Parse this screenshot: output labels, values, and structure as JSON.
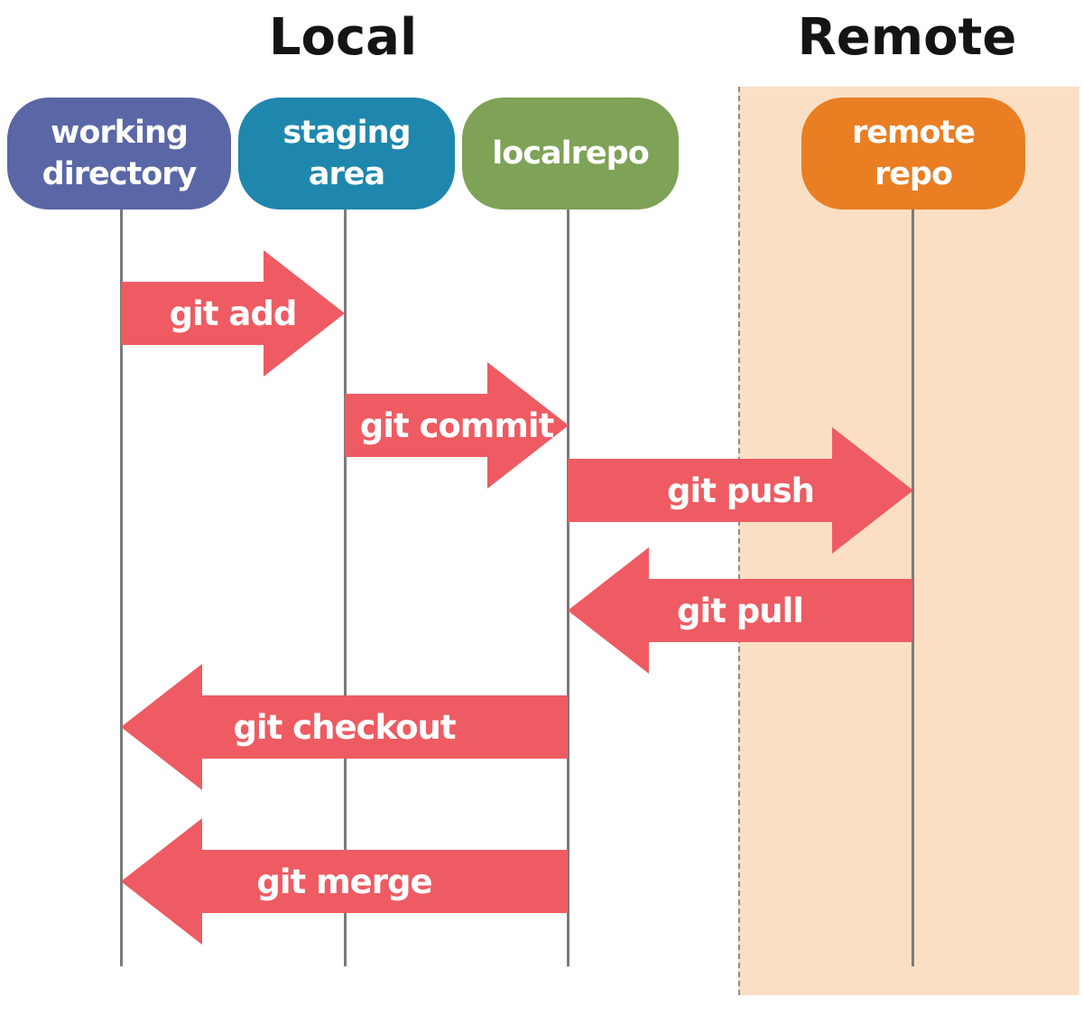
{
  "titles": {
    "local": "Local",
    "remote": "Remote"
  },
  "nodes": {
    "working_directory": {
      "line1": "working",
      "line2": "directory"
    },
    "staging_area": {
      "line1": "staging",
      "line2": "area"
    },
    "local_repo": {
      "label": "localrepo"
    },
    "remote_repo": {
      "line1": "remote",
      "line2": "repo"
    }
  },
  "arrows": {
    "git_add": {
      "label": "git add",
      "from": "working directory",
      "to": "staging area",
      "direction": "right"
    },
    "git_commit": {
      "label": "git commit",
      "from": "staging area",
      "to": "localrepo",
      "direction": "right"
    },
    "git_push": {
      "label": "git push",
      "from": "localrepo",
      "to": "remote repo",
      "direction": "right"
    },
    "git_pull": {
      "label": "git pull",
      "from": "remote repo",
      "to": "localrepo",
      "direction": "left"
    },
    "git_checkout": {
      "label": "git checkout",
      "from": "localrepo",
      "to": "working directory",
      "direction": "left"
    },
    "git_merge": {
      "label": "git merge",
      "from": "localrepo",
      "to": "working directory",
      "direction": "left"
    }
  },
  "colors": {
    "arrow": "#ee5b62",
    "working_directory": "#5a67a6",
    "staging_area": "#1f87ad",
    "local_repo": "#7ea256",
    "remote_repo": "#e97e23",
    "remote_bg": "#fadfc4",
    "lifeline": "#7a7a7a",
    "dash": "#8c8c8c",
    "title_text": "#141414"
  }
}
